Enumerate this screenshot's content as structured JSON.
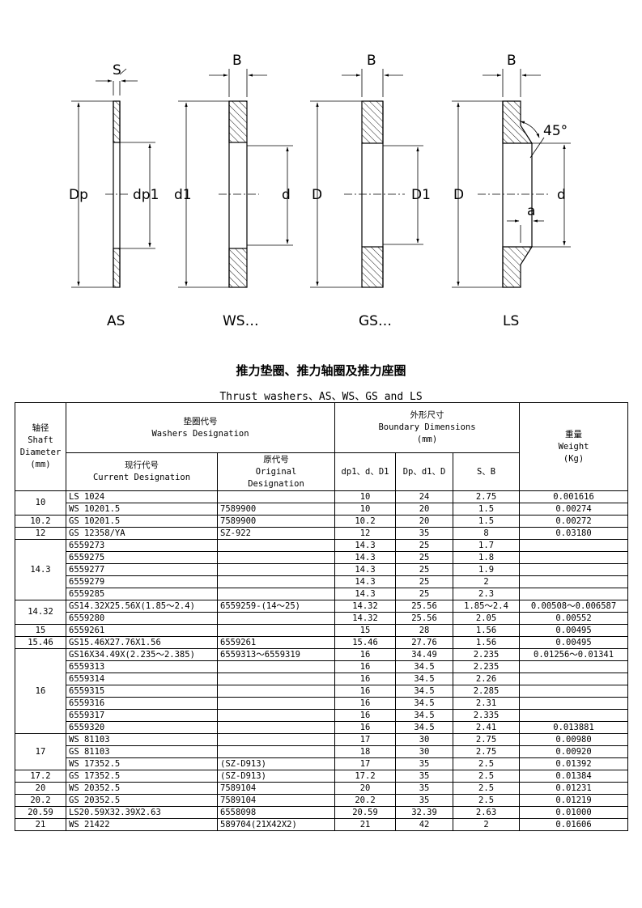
{
  "figures": {
    "dim_S": "S",
    "dim_B": "B",
    "lbl_Dp": "Dp",
    "lbl_dp1": "dp1",
    "lbl_d1": "d1",
    "lbl_d": "d",
    "lbl_D": "D",
    "lbl_D1": "D1",
    "lbl_angle": "45°",
    "lbl_a": "a",
    "name_AS": "AS",
    "name_WS": "WS…",
    "name_GS": "GS…",
    "name_LS": "LS"
  },
  "title_zh": "推力垫圈、推力轴圈及推力座圈",
  "title_en": "Thrust washers、AS、WS、GS and LS",
  "headers": {
    "shaft": [
      "轴径",
      "Shaft",
      "Diameter",
      "(mm)"
    ],
    "washers": [
      "垫圈代号",
      "Washers Designation"
    ],
    "current": [
      "现行代号",
      "Current Designation"
    ],
    "original": [
      "原代号",
      "Original",
      "Designation"
    ],
    "boundary": [
      "外形尺寸",
      "Boundary Dimensions",
      "(mm)"
    ],
    "col_d": "dp1、d、D1",
    "col_D": "Dp、d1、D",
    "col_S": "S、B",
    "weight": [
      "重量",
      "Weight",
      "(Kg)"
    ]
  },
  "rows": [
    {
      "shaft": "10",
      "rs": 2,
      "cur": "LS 1024",
      "orig": "",
      "d": "10",
      "D": "24",
      "S": "2.75",
      "w": "0.001616"
    },
    {
      "cur": "WS 10201.5",
      "orig": "7589900",
      "d": "10",
      "D": "20",
      "S": "1.5",
      "w": "0.00274"
    },
    {
      "shaft": "10.2",
      "rs": 1,
      "cur": "GS 10201.5",
      "orig": "7589900",
      "d": "10.2",
      "D": "20",
      "S": "1.5",
      "w": "0.00272"
    },
    {
      "shaft": "12",
      "rs": 1,
      "cur": "GS 12358/YA",
      "orig": "SZ-922",
      "d": "12",
      "D": "35",
      "S": "8",
      "w": "0.03180"
    },
    {
      "shaft": "14.3",
      "rs": 5,
      "cur": "6559273",
      "orig": "",
      "d": "14.3",
      "D": "25",
      "S": "1.7",
      "w": ""
    },
    {
      "cur": "6559275",
      "orig": "",
      "d": "14.3",
      "D": "25",
      "S": "1.8",
      "w": ""
    },
    {
      "cur": "6559277",
      "orig": "",
      "d": "14.3",
      "D": "25",
      "S": "1.9",
      "w": ""
    },
    {
      "cur": "6559279",
      "orig": "",
      "d": "14.3",
      "D": "25",
      "S": "2",
      "w": ""
    },
    {
      "cur": "6559285",
      "orig": "",
      "d": "14.3",
      "D": "25",
      "S": "2.3",
      "w": ""
    },
    {
      "shaft": "14.32",
      "rs": 2,
      "cur": "GS14.32X25.56X(1.85～2.4)",
      "orig": "6559259-(14～25)",
      "d": "14.32",
      "D": "25.56",
      "S": "1.85～2.4",
      "w": "0.00508～0.006587"
    },
    {
      "cur": "6559280",
      "orig": "",
      "d": "14.32",
      "D": "25.56",
      "S": "2.05",
      "w": "0.00552"
    },
    {
      "shaft": "15",
      "rs": 1,
      "cur": "6559261",
      "orig": "",
      "d": "15",
      "D": "28",
      "S": "1.56",
      "w": "0.00495"
    },
    {
      "shaft": "15.46",
      "rs": 1,
      "cur": "GS15.46X27.76X1.56",
      "orig": "6559261",
      "d": "15.46",
      "D": "27.76",
      "S": "1.56",
      "w": "0.00495"
    },
    {
      "shaft": "16",
      "rs": 7,
      "cur": "GS16X34.49X(2.235～2.385)",
      "orig": "6559313～6559319",
      "d": "16",
      "D": "34.49",
      "S": "2.235",
      "w": "0.01256～0.01341"
    },
    {
      "cur": "6559313",
      "orig": "",
      "d": "16",
      "D": "34.5",
      "S": "2.235",
      "w": ""
    },
    {
      "cur": "6559314",
      "orig": "",
      "d": "16",
      "D": "34.5",
      "S": "2.26",
      "w": ""
    },
    {
      "cur": "6559315",
      "orig": "",
      "d": "16",
      "D": "34.5",
      "S": "2.285",
      "w": ""
    },
    {
      "cur": "6559316",
      "orig": "",
      "d": "16",
      "D": "34.5",
      "S": "2.31",
      "w": ""
    },
    {
      "cur": "6559317",
      "orig": "",
      "d": "16",
      "D": "34.5",
      "S": "2.335",
      "w": ""
    },
    {
      "cur": "6559320",
      "orig": "",
      "d": "16",
      "D": "34.5",
      "S": "2.41",
      "w": "0.013881"
    },
    {
      "shaft": "17",
      "rs": 3,
      "cur": "WS 81103",
      "orig": "",
      "d": "17",
      "D": "30",
      "S": "2.75",
      "w": "0.00980"
    },
    {
      "cur": "GS 81103",
      "orig": "",
      "d": "18",
      "D": "30",
      "S": "2.75",
      "w": "0.00920"
    },
    {
      "cur": "WS 17352.5",
      "orig": "(SZ-D913)",
      "d": "17",
      "D": "35",
      "S": "2.5",
      "w": "0.01392"
    },
    {
      "shaft": "17.2",
      "rs": 1,
      "cur": "GS 17352.5",
      "orig": "(SZ-D913)",
      "d": "17.2",
      "D": "35",
      "S": "2.5",
      "w": "0.01384"
    },
    {
      "shaft": "20",
      "rs": 1,
      "cur": "WS 20352.5",
      "orig": "7589104",
      "d": "20",
      "D": "35",
      "S": "2.5",
      "w": "0.01231"
    },
    {
      "shaft": "20.2",
      "rs": 1,
      "cur": "GS 20352.5",
      "orig": "7589104",
      "d": "20.2",
      "D": "35",
      "S": "2.5",
      "w": "0.01219"
    },
    {
      "shaft": "20.59",
      "rs": 1,
      "cur": "LS20.59X32.39X2.63",
      "orig": "6558098",
      "d": "20.59",
      "D": "32.39",
      "S": "2.63",
      "w": "0.01000"
    },
    {
      "shaft": "21",
      "rs": 1,
      "cur": "WS 21422",
      "orig": "589704(21X42X2)",
      "d": "21",
      "D": "42",
      "S": "2",
      "w": "0.01606"
    }
  ]
}
